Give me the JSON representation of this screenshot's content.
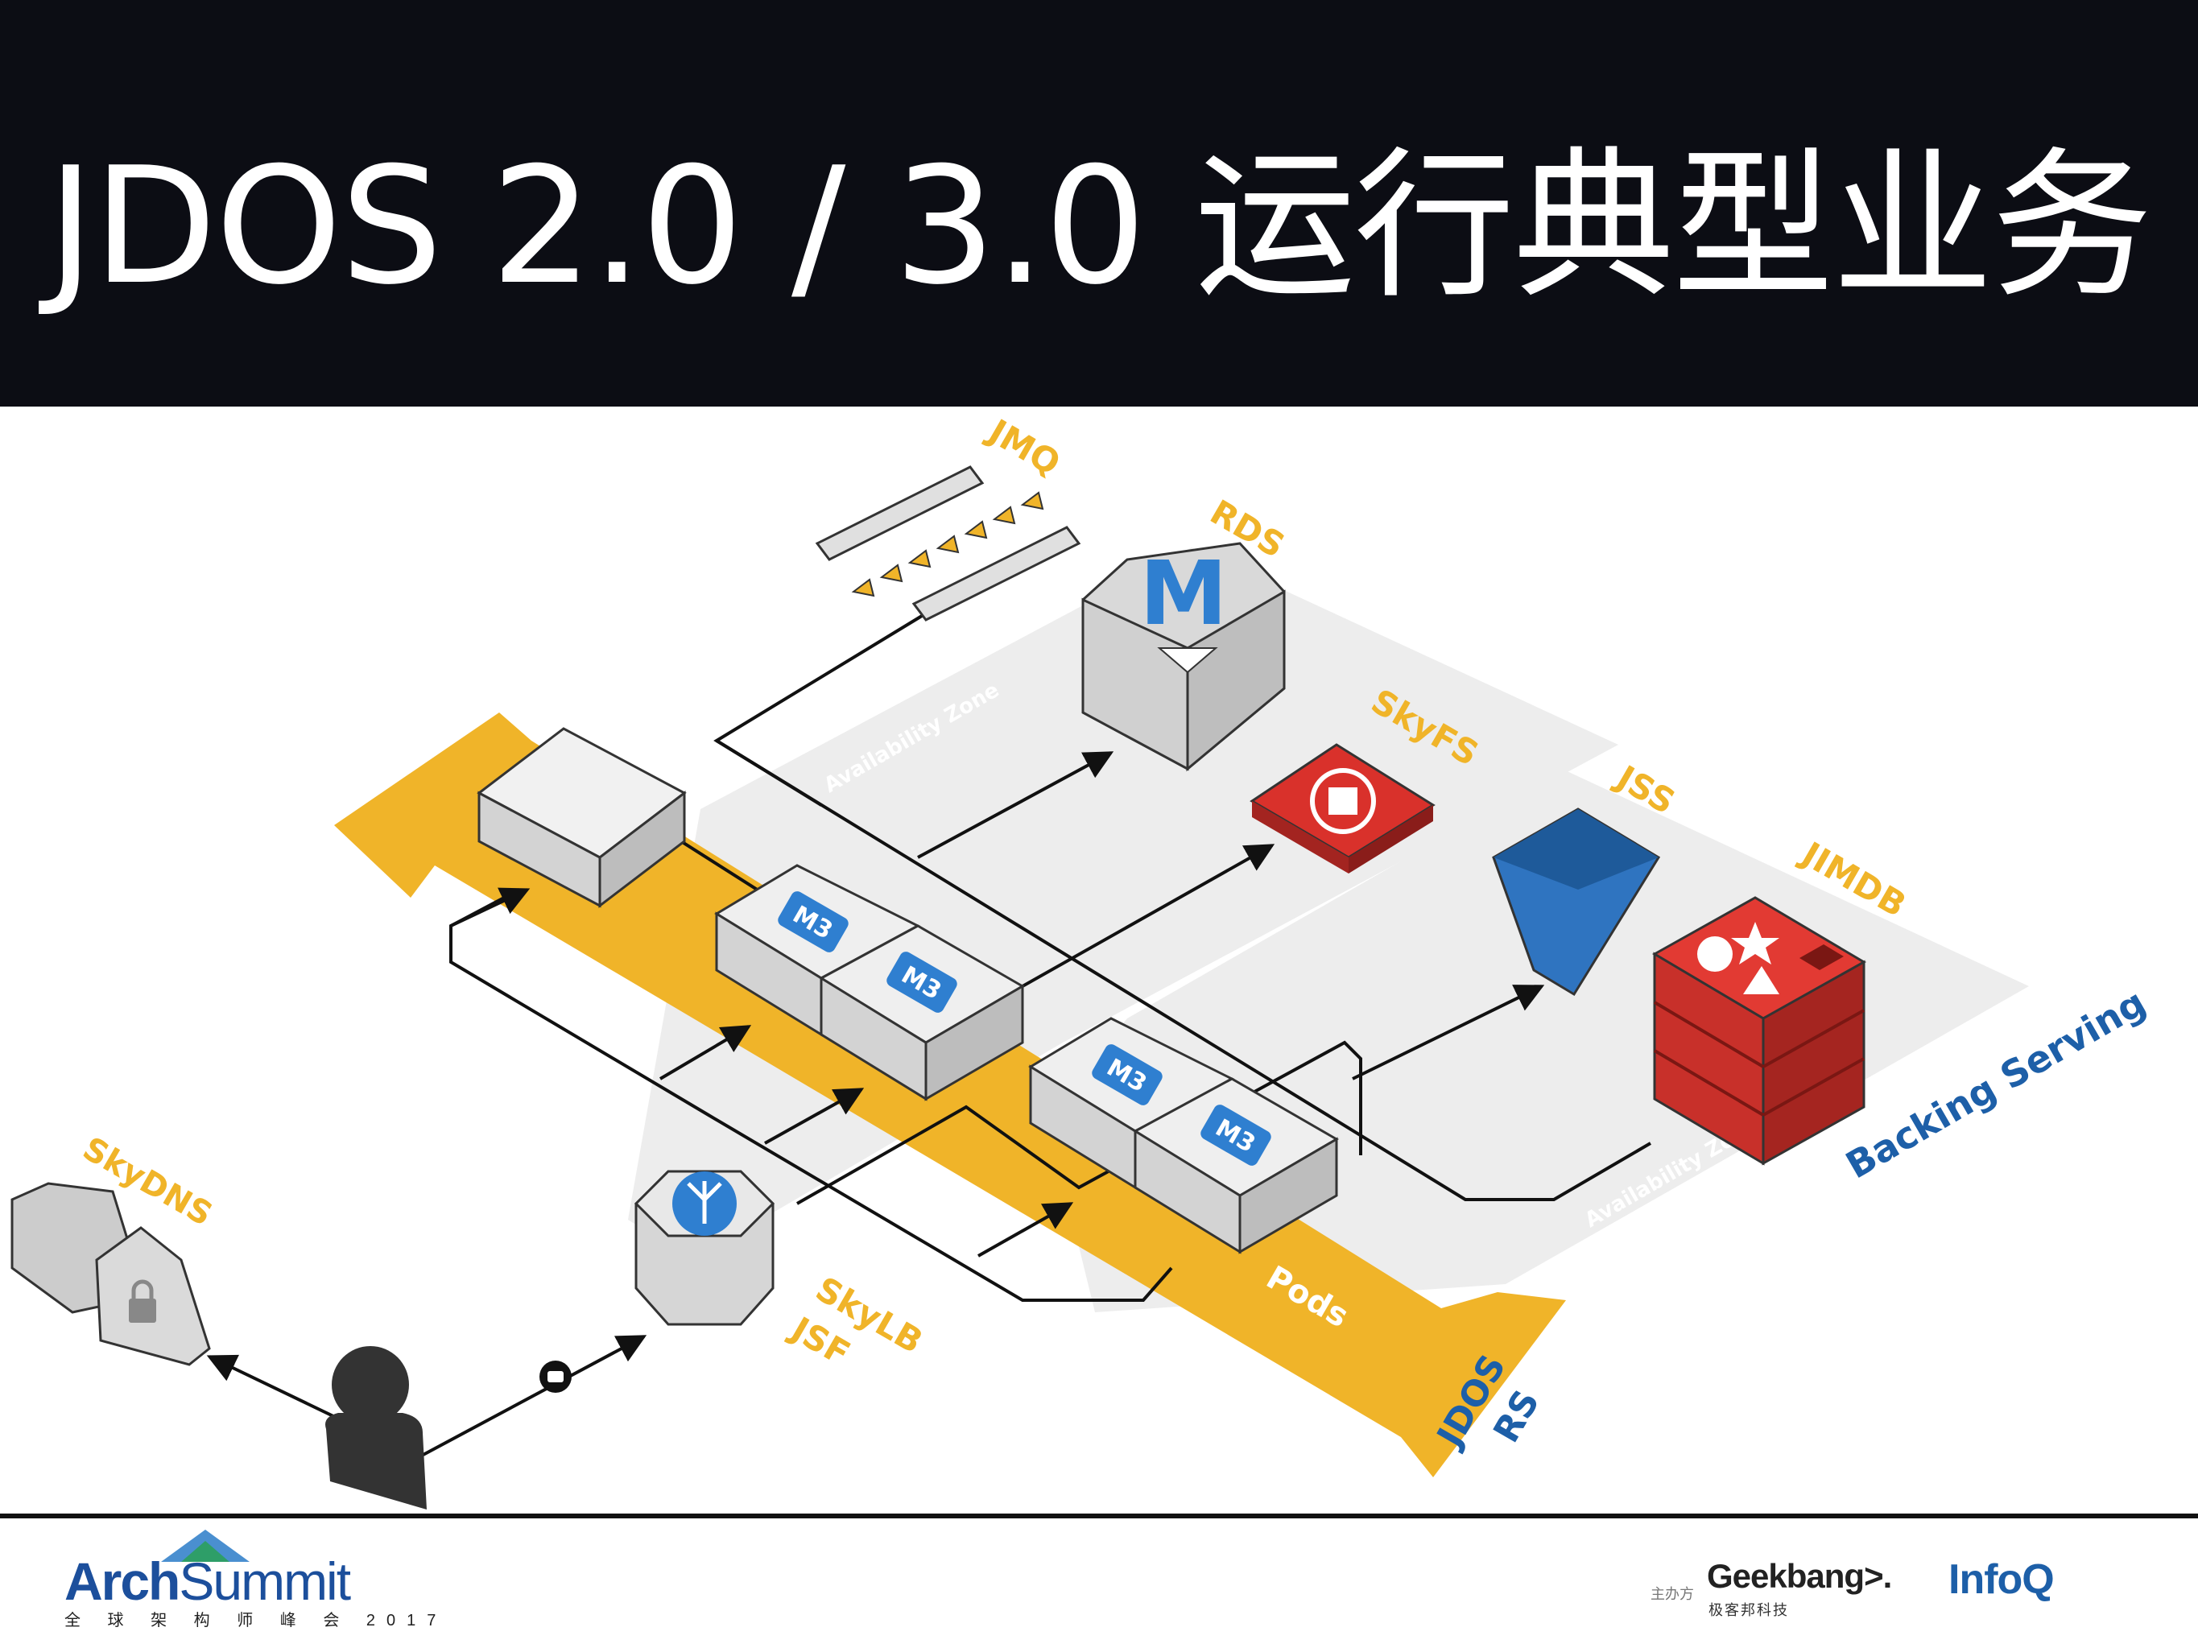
{
  "title": "JDOS 2.0 / 3.0 运行典型业务",
  "diagram": {
    "labels": {
      "jmq": "JMQ",
      "rds": "RDS",
      "skyfs": "SkyFS",
      "jss": "JSS",
      "jimdb": "JIMDB",
      "backing_serving": "Backing Serving",
      "pods": "Pods",
      "jdos": "JDOS",
      "rs": "RS",
      "skylb": "SkyLB",
      "jsf": "JSF",
      "skydns": "SkyDNS",
      "az1": "Availability Zone",
      "az2": "Availability Zone",
      "m3_1": "M3",
      "m3_2": "M3",
      "m3_3": "M3",
      "m3_4": "M3",
      "rds_letter": "M"
    },
    "colors": {
      "orange": "#f0b429",
      "orange_text": "#f0b429",
      "blue_text": "#1d5fa8",
      "red": "#d9312b",
      "blue_cup": "#2f74c0",
      "badge": "#2f7fd0",
      "zone_gray": "#ececec",
      "box_gray": "#d6d6d6"
    }
  },
  "footer": {
    "arch": "Arch",
    "summit": "Summit",
    "arch_sub": "全 球 架 构 师 峰 会 2017",
    "host_label": "主办方",
    "geek": "Geekbang>.",
    "geek_sub": "极客邦科技",
    "infoq": "InfoQ"
  }
}
